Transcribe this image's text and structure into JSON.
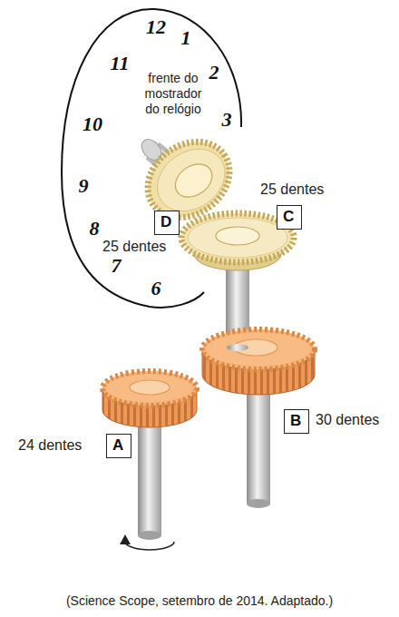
{
  "diagram": {
    "caption": "(Science Scope, setembro de 2014. Adaptado.)",
    "nodes": [
      {
        "text": [
          "frente do mostrador do relógio",
          "12",
          "1",
          "2",
          "3",
          "6",
          "7",
          "8",
          "9",
          "10",
          "11"
        ]
      },
      {
        "text": [
          "C"
        ]
      },
      {
        "text": [
          "D"
        ],
        "in": 0
      },
      {
        "text": [
          "B"
        ]
      },
      {
        "text": [
          "A"
        ]
      }
    ],
    "labels": [
      "25 dentes",
      "25 dentes",
      "30 dentes",
      "24 dentes"
    ]
  }
}
